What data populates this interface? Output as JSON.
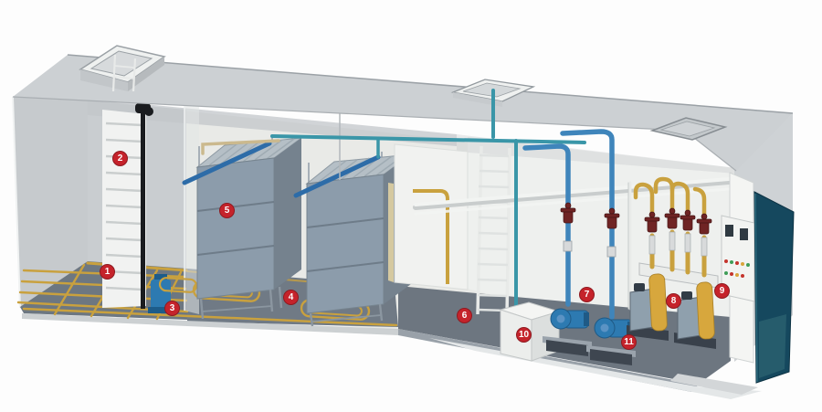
{
  "callouts": [
    {
      "num": "1"
    },
    {
      "num": "2"
    },
    {
      "num": "3"
    },
    {
      "num": "4"
    },
    {
      "num": "5"
    },
    {
      "num": "6"
    },
    {
      "num": "7"
    },
    {
      "num": "8"
    },
    {
      "num": "9"
    },
    {
      "num": "10"
    },
    {
      "num": "11"
    }
  ],
  "colors": {
    "callout": "#c5232b",
    "callout-text": "#ffffff",
    "roof": "#ccd0d3",
    "left-wall": "#c6cacd",
    "interior-wall": "#e9eae7",
    "equipment-wall": "#eef0ee",
    "floor": "#6d7781",
    "pipe-yellow": "#c9a13e",
    "pipe-teal": "#3a96a8",
    "pipe-blue": "#3f85bb",
    "pipe-black": "#1a1c1f",
    "membrane-unit": "#8c9cab",
    "pump-blue": "#2d7ab1",
    "blower-gold": "#d7a73d",
    "valve-red": "#6f2424",
    "manifold-white": "#eaecea",
    "door-teal": "#15485e",
    "ladder": "#f1f2f1",
    "hatch": "#eff1f0"
  }
}
